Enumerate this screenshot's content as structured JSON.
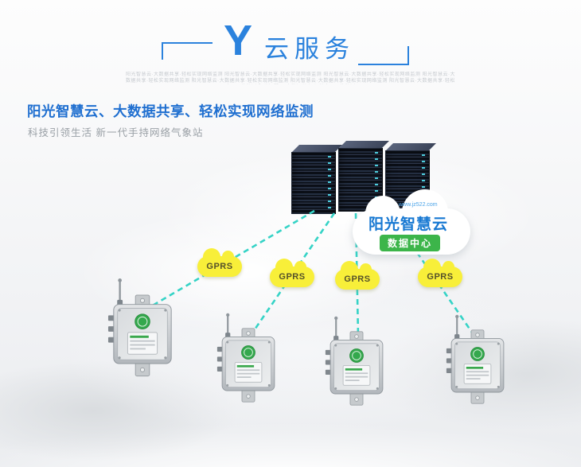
{
  "header": {
    "logo_letter": "Y",
    "title": "云服务",
    "watermark": "阳光智慧云·大数据共享·轻松实现网络监测 阳光智慧云·大数据共享·轻松实现网络监测 阳光智慧云·大数据共享·轻松实现网络监测 阳光智慧云·大数据共享·轻松实现网络监测 阳光智慧云·大数据共享·轻松实现网络监测 阳光智慧云·大数据共享·轻松实现网络监测 阳光智慧云·大数据共享·轻松实现网络监测 阳光智慧云·大数据共享·轻松实现网络监测"
  },
  "hero": {
    "heading": "阳光智慧云、大数据共享、轻松实现网络监测",
    "subheading": "科技引领生活 新一代手持网络气象站"
  },
  "datacenter": {
    "url": "www.jz522.com",
    "title": "阳光智慧云",
    "badge": "数据中心"
  },
  "gprs": {
    "labels": [
      "GPRS",
      "GPRS",
      "GPRS",
      "GPRS"
    ]
  },
  "colors": {
    "accent_blue": "#2b82dd",
    "heading_blue": "#1f6fd0",
    "link_teal": "#35d3c6",
    "gprs_yellow": "#f8ef39",
    "badge_green": "#3cb54a",
    "server_dark": "#0b0f17"
  }
}
